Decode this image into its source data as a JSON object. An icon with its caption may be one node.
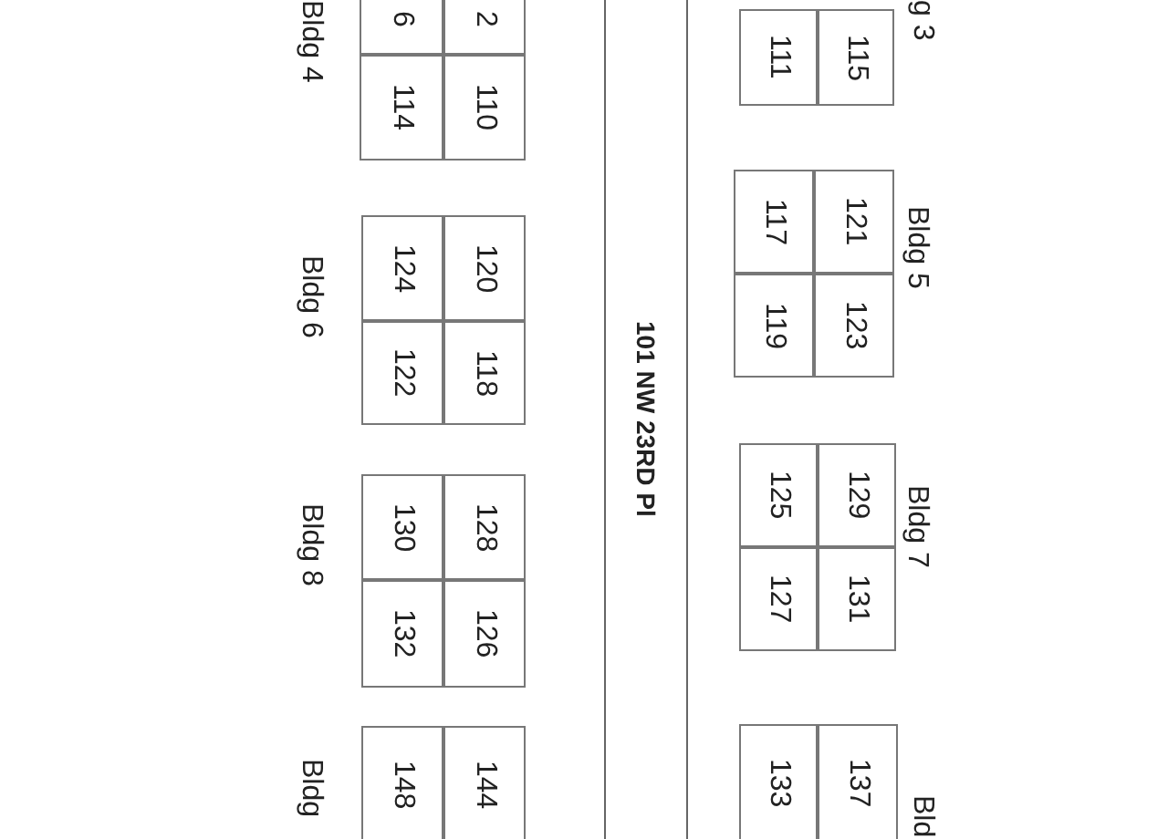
{
  "diagram": {
    "nodes": [
      {
        "text": [
          "101 NW 23RD Pl"
        ]
      },
      {
        "text": [
          "Bldg 4"
        ]
      },
      {
        "text": [
          "6"
        ],
        "in": 1
      },
      {
        "text": [
          "2"
        ],
        "in": 1
      },
      {
        "text": [
          "114"
        ],
        "in": 1
      },
      {
        "text": [
          "110"
        ],
        "in": 1
      },
      {
        "text": [
          "g 3"
        ]
      },
      {
        "text": [
          "111"
        ],
        "in": 6
      },
      {
        "text": [
          "115"
        ],
        "in": 6
      },
      {
        "text": [
          "Bldg 6"
        ]
      },
      {
        "text": [
          "124"
        ],
        "in": 9
      },
      {
        "text": [
          "120"
        ],
        "in": 9
      },
      {
        "text": [
          "122"
        ],
        "in": 9
      },
      {
        "text": [
          "118"
        ],
        "in": 9
      },
      {
        "text": [
          "Bldg 5"
        ]
      },
      {
        "text": [
          "117"
        ],
        "in": 14
      },
      {
        "text": [
          "121"
        ],
        "in": 14
      },
      {
        "text": [
          "119"
        ],
        "in": 14
      },
      {
        "text": [
          "123"
        ],
        "in": 14
      },
      {
        "text": [
          "Bldg 8"
        ]
      },
      {
        "text": [
          "130"
        ],
        "in": 19
      },
      {
        "text": [
          "128"
        ],
        "in": 19
      },
      {
        "text": [
          "132"
        ],
        "in": 19
      },
      {
        "text": [
          "126"
        ],
        "in": 19
      },
      {
        "text": [
          "Bldg 7"
        ]
      },
      {
        "text": [
          "125"
        ],
        "in": 24
      },
      {
        "text": [
          "129"
        ],
        "in": 24
      },
      {
        "text": [
          "127"
        ],
        "in": 24
      },
      {
        "text": [
          "131"
        ],
        "in": 24
      },
      {
        "text": [
          "Bldg"
        ]
      },
      {
        "text": [
          "148"
        ],
        "in": 29
      },
      {
        "text": [
          "144"
        ],
        "in": 29
      },
      {
        "text": [
          "Bld"
        ]
      },
      {
        "text": [
          "133"
        ],
        "in": 32
      },
      {
        "text": [
          "137"
        ],
        "in": 32
      }
    ],
    "edges": []
  }
}
